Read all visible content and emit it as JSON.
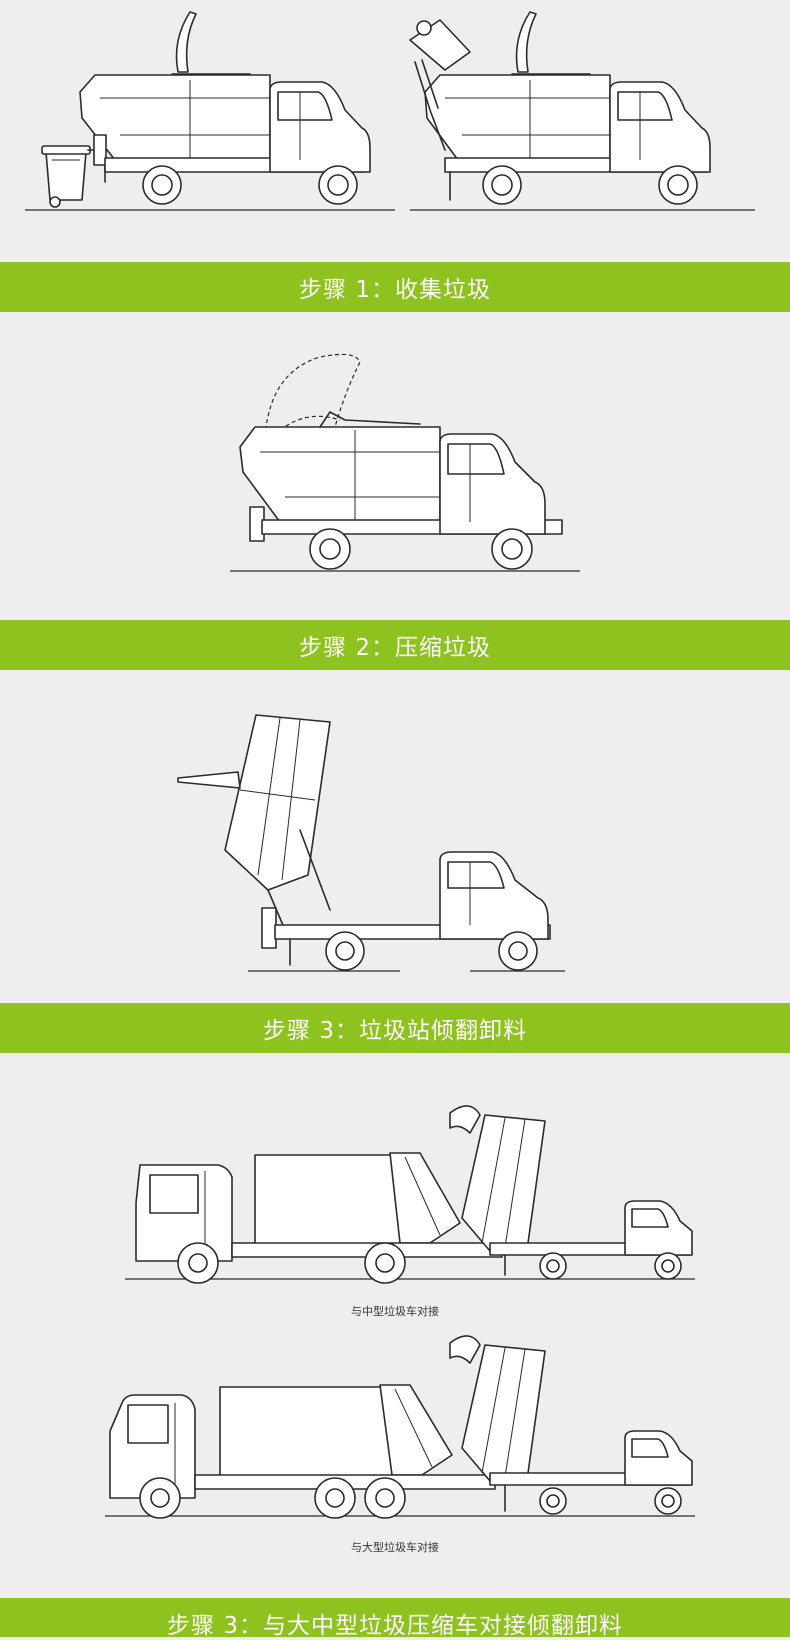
{
  "steps": {
    "step1": "步骤 1：收集垃圾",
    "step2": "步骤 2：压缩垃圾",
    "step3": "步骤 3：垃圾站倾翻卸料",
    "step4": "步骤 3：与大中型垃圾压缩车对接倾翻卸料"
  },
  "captions": {
    "medium": "与中型垃圾车对接",
    "large": "与大型垃圾车对接"
  },
  "colors": {
    "banner_bg": "#8dc21f",
    "banner_text": "#ffffff",
    "page_bg": "#eeeeee"
  }
}
